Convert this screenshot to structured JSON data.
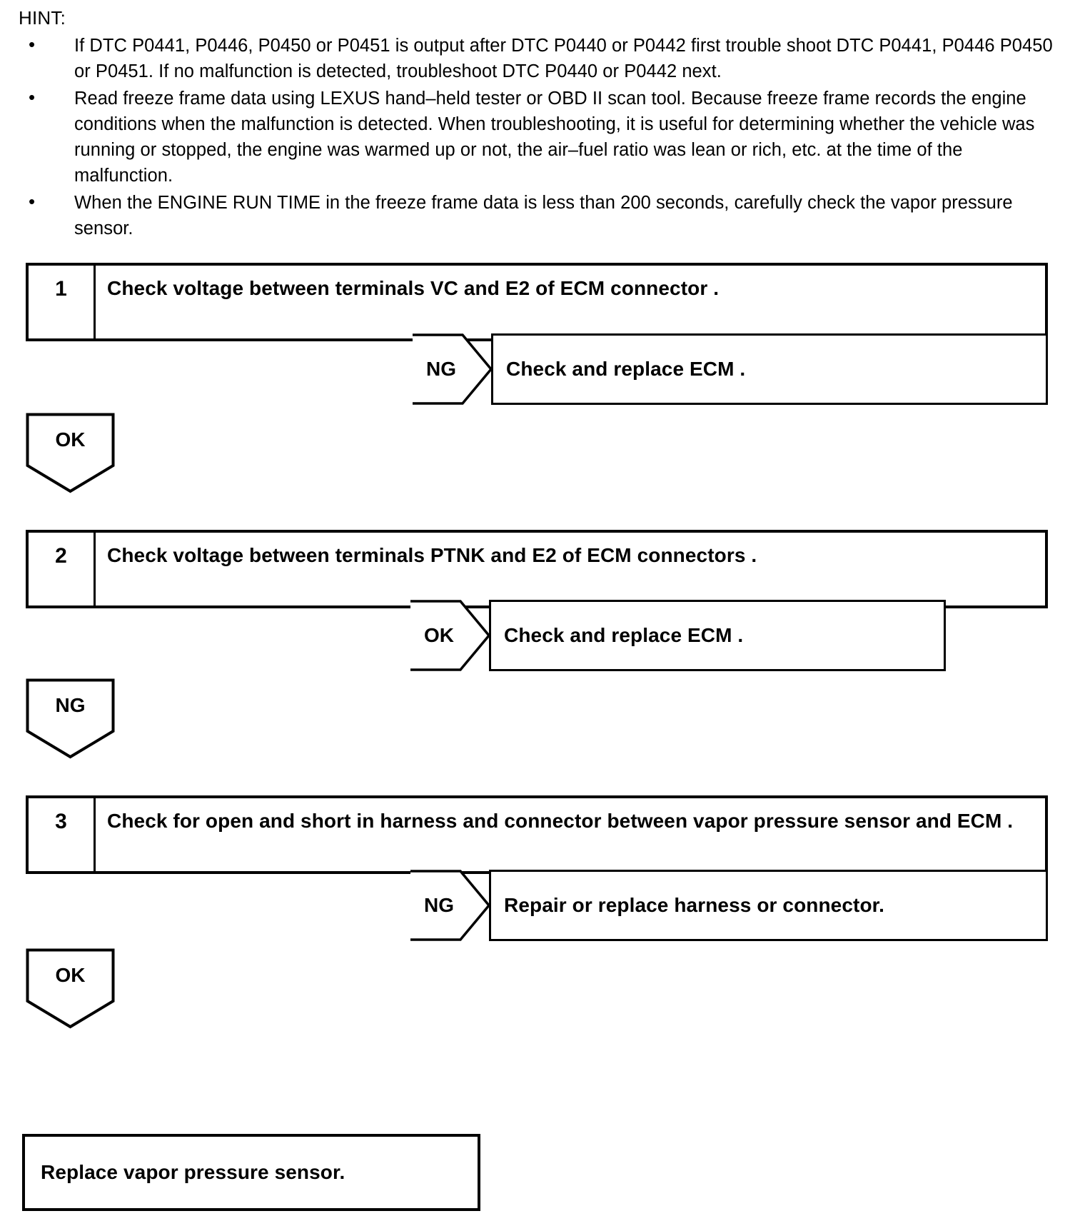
{
  "hint": {
    "title": "HINT:",
    "bullet_glyph": "•",
    "items": [
      "If DTC P0441, P0446, P0450 or P0451 is output after DTC P0440 or P0442 first trouble shoot DTC P0441, P0446 P0450 or P0451. If no malfunction is detected, troubleshoot DTC P0440 or P0442 next.",
      "Read freeze frame data using LEXUS hand–held tester or OBD II scan tool. Because freeze frame records the engine conditions when the malfunction is detected. When troubleshooting, it is useful for determining whether the vehicle was running or stopped, the engine was warmed up or not, the air–fuel ratio was lean or rich, etc. at the time of the malfunction.",
      "When the ENGINE RUN TIME in the freeze frame data is less than 200 seconds, carefully check the vapor pressure sensor."
    ]
  },
  "flow": {
    "steps": [
      {
        "number": "1",
        "text": "Check voltage between terminals VC and E2 of ECM connector .",
        "branch_label": "NG",
        "branch_result": "Check and replace ECM .",
        "continue_label": "OK"
      },
      {
        "number": "2",
        "text": "Check voltage between terminals PTNK and E2 of ECM connectors .",
        "branch_label": "OK",
        "branch_result": "Check and replace ECM .",
        "continue_label": "NG"
      },
      {
        "number": "3",
        "text": "Check for open and short in harness and connector between vapor pressure sensor and ECM .",
        "branch_label": "NG",
        "branch_result": "Repair or replace harness or connector.",
        "continue_label": "OK"
      }
    ],
    "final": "Replace vapor pressure sensor."
  },
  "colors": {
    "ink": "#000000",
    "paper": "#ffffff"
  }
}
